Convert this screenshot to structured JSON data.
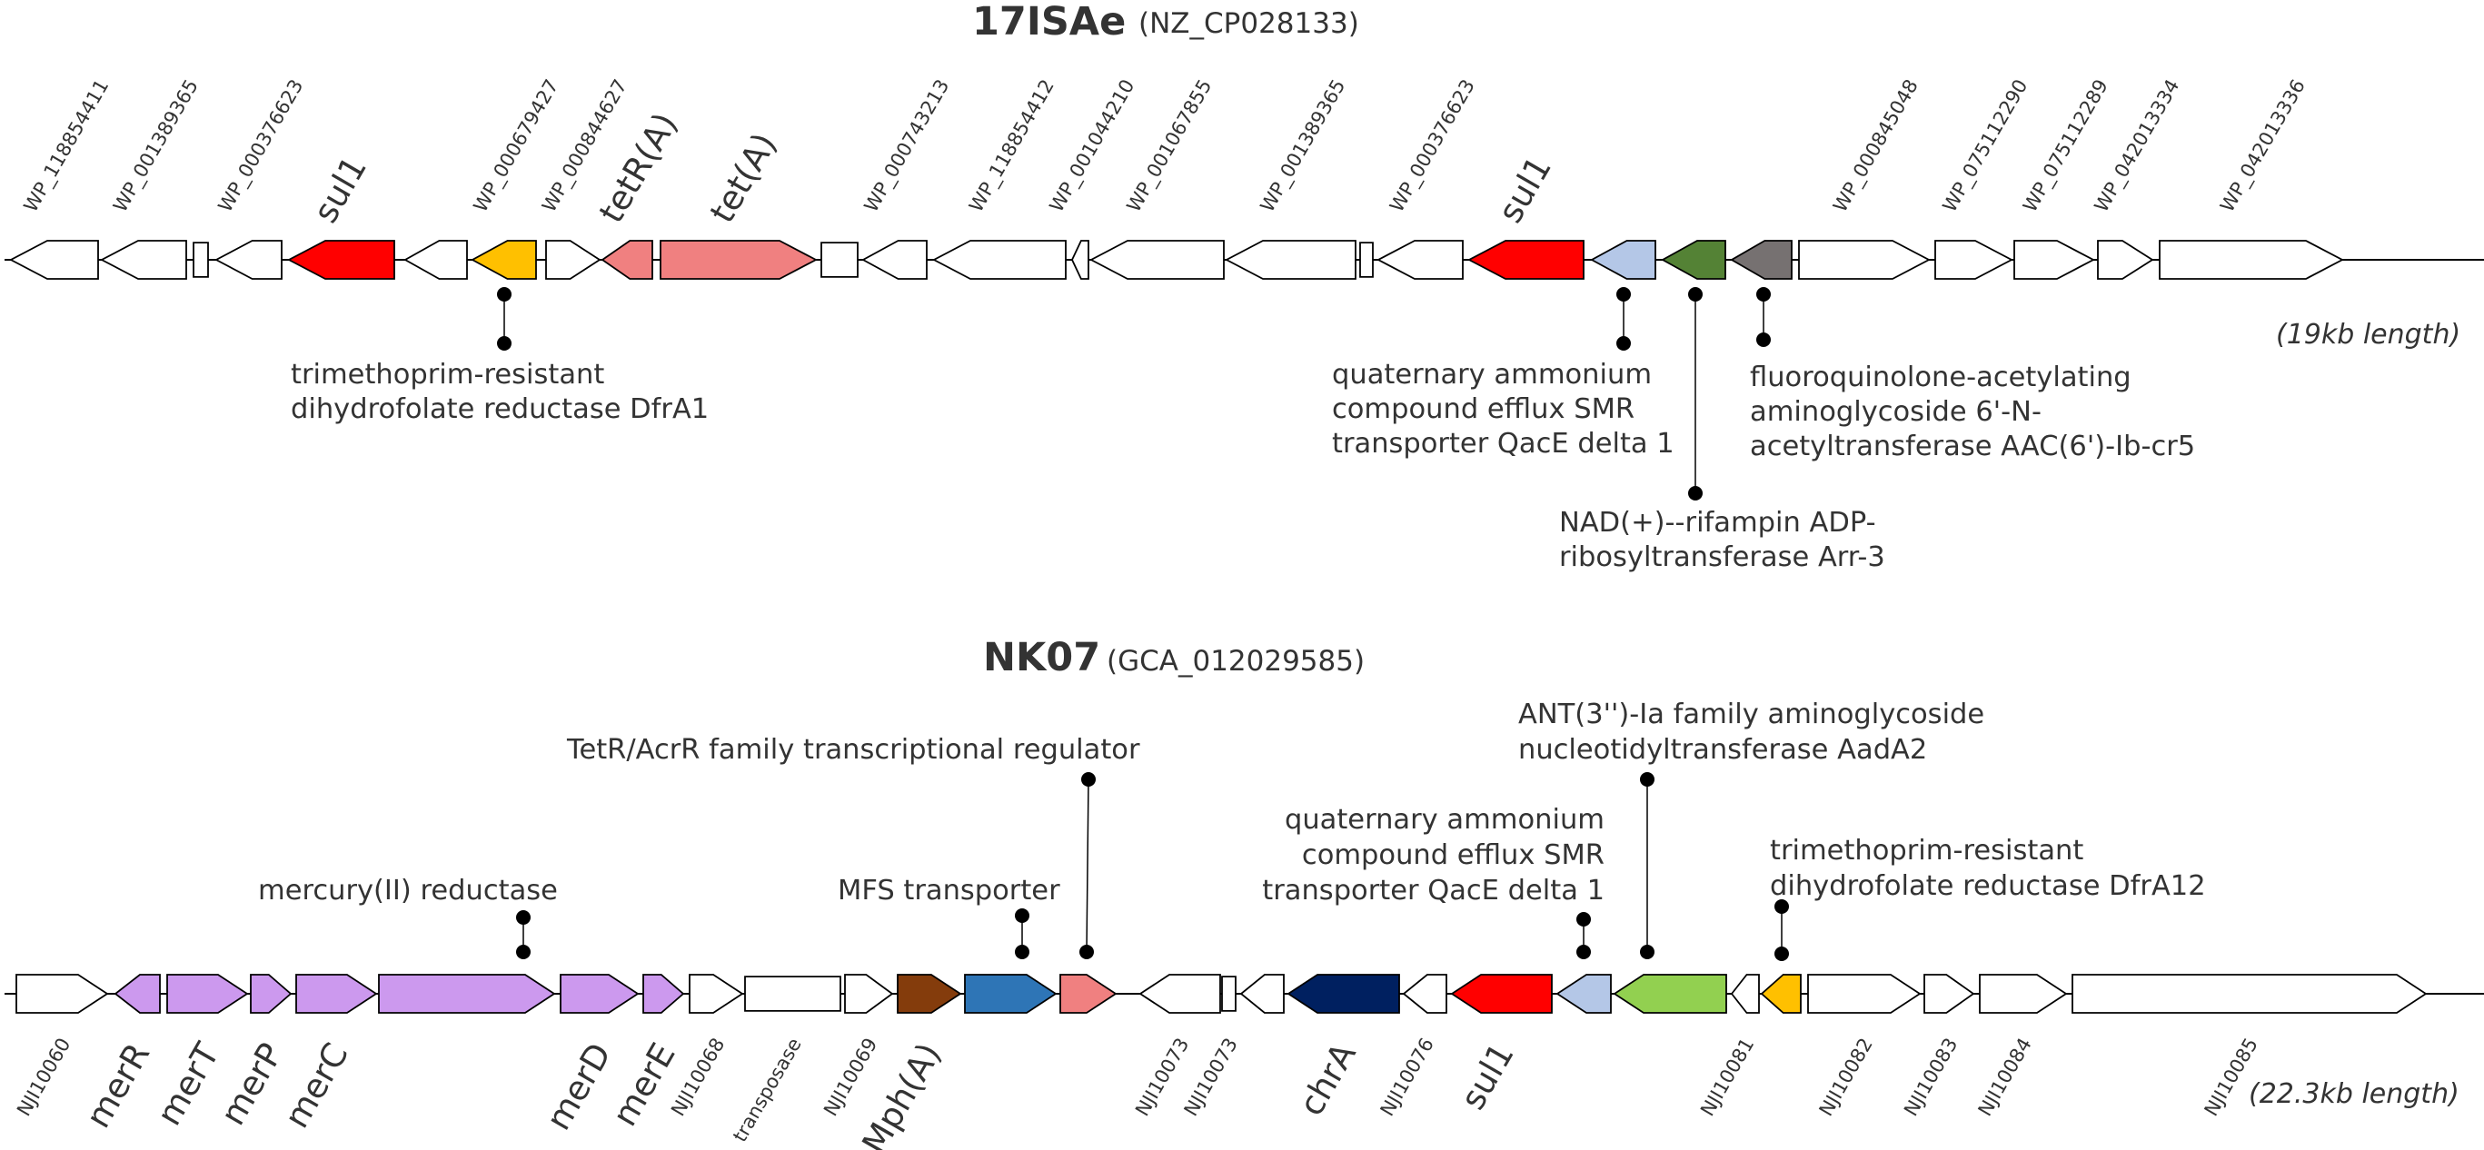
{
  "tracks": [
    {
      "id": "17ISAe",
      "name": "17ISAe",
      "accession": "(NZ_CP028133)",
      "length_note": "(19kb length)",
      "genes": [
        {
          "label": "WP_118854411",
          "size": "small",
          "strand": "-",
          "color": "#ffffff"
        },
        {
          "label": "WP_001389365",
          "size": "small",
          "strand": "-",
          "color": "#ffffff"
        },
        {
          "label": "",
          "size": "small",
          "strand": "none",
          "color": "#ffffff"
        },
        {
          "label": "WP_000376623",
          "size": "small",
          "strand": "-",
          "color": "#ffffff"
        },
        {
          "label": "sul1",
          "size": "big",
          "strand": "-",
          "color": "#ff0000"
        },
        {
          "label": "",
          "size": "small",
          "strand": "-",
          "color": "#ffffff"
        },
        {
          "label": "WP_000679427",
          "size": "small",
          "strand": "-",
          "color": "#ffc000"
        },
        {
          "label": "WP_000844627",
          "size": "small",
          "strand": "+",
          "color": "#ffffff"
        },
        {
          "label": "tetR(A)",
          "size": "big",
          "strand": "-",
          "color": "#f08080"
        },
        {
          "label": "tet(A)",
          "size": "big",
          "strand": "+",
          "color": "#f08080"
        },
        {
          "label": "",
          "size": "small",
          "strand": "none",
          "color": "#ffffff"
        },
        {
          "label": "WP_000743213",
          "size": "small",
          "strand": "-",
          "color": "#ffffff"
        },
        {
          "label": "WP_118854412",
          "size": "small",
          "strand": "-",
          "color": "#ffffff"
        },
        {
          "label": "WP_001044210",
          "size": "small",
          "strand": "-",
          "color": "#ffffff"
        },
        {
          "label": "WP_001067855",
          "size": "small",
          "strand": "-",
          "color": "#ffffff"
        },
        {
          "label": "WP_001389365",
          "size": "small",
          "strand": "-",
          "color": "#ffffff"
        },
        {
          "label": "",
          "size": "small",
          "strand": "none",
          "color": "#ffffff"
        },
        {
          "label": "WP_000376623",
          "size": "small",
          "strand": "-",
          "color": "#ffffff"
        },
        {
          "label": "sul1",
          "size": "big",
          "strand": "-",
          "color": "#ff0000"
        },
        {
          "label": "",
          "size": "small",
          "strand": "-",
          "color": "#b4c7e7"
        },
        {
          "label": "",
          "size": "small",
          "strand": "-",
          "color": "#548235"
        },
        {
          "label": "",
          "size": "small",
          "strand": "-",
          "color": "#767171"
        },
        {
          "label": "WP_000845048",
          "size": "small",
          "strand": "+",
          "color": "#ffffff"
        },
        {
          "label": "WP_075112290",
          "size": "small",
          "strand": "+",
          "color": "#ffffff"
        },
        {
          "label": "WP_075112289",
          "size": "small",
          "strand": "+",
          "color": "#ffffff"
        },
        {
          "label": "WP_042013334",
          "size": "small",
          "strand": "+",
          "color": "#ffffff"
        },
        {
          "label": "WP_042013336",
          "size": "small",
          "strand": "+",
          "color": "#ffffff"
        }
      ],
      "annotations": [
        {
          "lines": [
            "trimethoprim-resistant",
            "dihydrofolate reductase DfrA1"
          ]
        },
        {
          "lines": [
            "quaternary ammonium",
            "compound efflux SMR",
            "transporter QacE delta 1"
          ]
        },
        {
          "lines": [
            "NAD(+)--rifampin ADP-",
            "ribosyltransferase Arr-3"
          ]
        },
        {
          "lines": [
            "fluoroquinolone-acetylating",
            "aminoglycoside 6'-N-",
            "acetyltransferase AAC(6')-Ib-cr5"
          ]
        }
      ]
    },
    {
      "id": "NK07",
      "name": "NK07",
      "accession": "(GCA_012029585)",
      "length_note": "(22.3kb length)",
      "genes": [
        {
          "label": "NJI10060",
          "size": "small",
          "strand": "+",
          "color": "#ffffff"
        },
        {
          "label": "merR",
          "size": "big",
          "strand": "-",
          "color": "#cc99ee"
        },
        {
          "label": "merT",
          "size": "big",
          "strand": "+",
          "color": "#cc99ee"
        },
        {
          "label": "merP",
          "size": "big",
          "strand": "+",
          "color": "#cc99ee"
        },
        {
          "label": "merC",
          "size": "big",
          "strand": "+",
          "color": "#cc99ee"
        },
        {
          "label": "",
          "size": "small",
          "strand": "+",
          "color": "#cc99ee"
        },
        {
          "label": "merD",
          "size": "big",
          "strand": "+",
          "color": "#cc99ee"
        },
        {
          "label": "merE",
          "size": "big",
          "strand": "+",
          "color": "#cc99ee"
        },
        {
          "label": "NJI10068",
          "size": "small",
          "strand": "+",
          "color": "#ffffff"
        },
        {
          "label": "transposase",
          "size": "small",
          "strand": "none",
          "color": "#ffffff"
        },
        {
          "label": "NJI10069",
          "size": "small",
          "strand": "+",
          "color": "#ffffff"
        },
        {
          "label": "Mph(A)",
          "size": "big",
          "strand": "+",
          "color": "#843c0c"
        },
        {
          "label": "",
          "size": "small",
          "strand": "+",
          "color": "#2e75b6"
        },
        {
          "label": "",
          "size": "small",
          "strand": "+",
          "color": "#f08080"
        },
        {
          "label": "NJI10073",
          "size": "small",
          "strand": "-",
          "color": "#ffffff"
        },
        {
          "label": "NJI10073",
          "size": "small",
          "strand": "none",
          "color": "#ffffff"
        },
        {
          "label": "",
          "size": "small",
          "strand": "-",
          "color": "#ffffff"
        },
        {
          "label": "chrA",
          "size": "big",
          "strand": "-",
          "color": "#002060"
        },
        {
          "label": "NJI10076",
          "size": "small",
          "strand": "-",
          "color": "#ffffff"
        },
        {
          "label": "sul1",
          "size": "big",
          "strand": "-",
          "color": "#ff0000"
        },
        {
          "label": "",
          "size": "small",
          "strand": "-",
          "color": "#b4c7e7"
        },
        {
          "label": "",
          "size": "small",
          "strand": "-",
          "color": "#92d050"
        },
        {
          "label": "NJI10081",
          "size": "small",
          "strand": "-",
          "color": "#ffffff"
        },
        {
          "label": "",
          "size": "small",
          "strand": "-",
          "color": "#ffc000"
        },
        {
          "label": "NJI10082",
          "size": "small",
          "strand": "+",
          "color": "#ffffff"
        },
        {
          "label": "NJI10083",
          "size": "small",
          "strand": "+",
          "color": "#ffffff"
        },
        {
          "label": "NJI10084",
          "size": "small",
          "strand": "+",
          "color": "#ffffff"
        },
        {
          "label": "NJI10085",
          "size": "small",
          "strand": "+",
          "color": "#ffffff"
        }
      ],
      "annotations": [
        {
          "lines": [
            "mercury(II) reductase"
          ]
        },
        {
          "lines": [
            "MFS transporter"
          ]
        },
        {
          "lines": [
            "TetR/AcrR family transcriptional regulator"
          ]
        },
        {
          "lines": [
            "quaternary ammonium",
            "compound efflux SMR",
            "transporter QacE delta 1"
          ]
        },
        {
          "lines": [
            "ANT(3'')-Ia family aminoglycoside",
            "nucleotidyltransferase AadA2"
          ]
        },
        {
          "lines": [
            "trimethoprim-resistant",
            "dihydrofolate reductase DfrA12"
          ]
        }
      ]
    }
  ]
}
